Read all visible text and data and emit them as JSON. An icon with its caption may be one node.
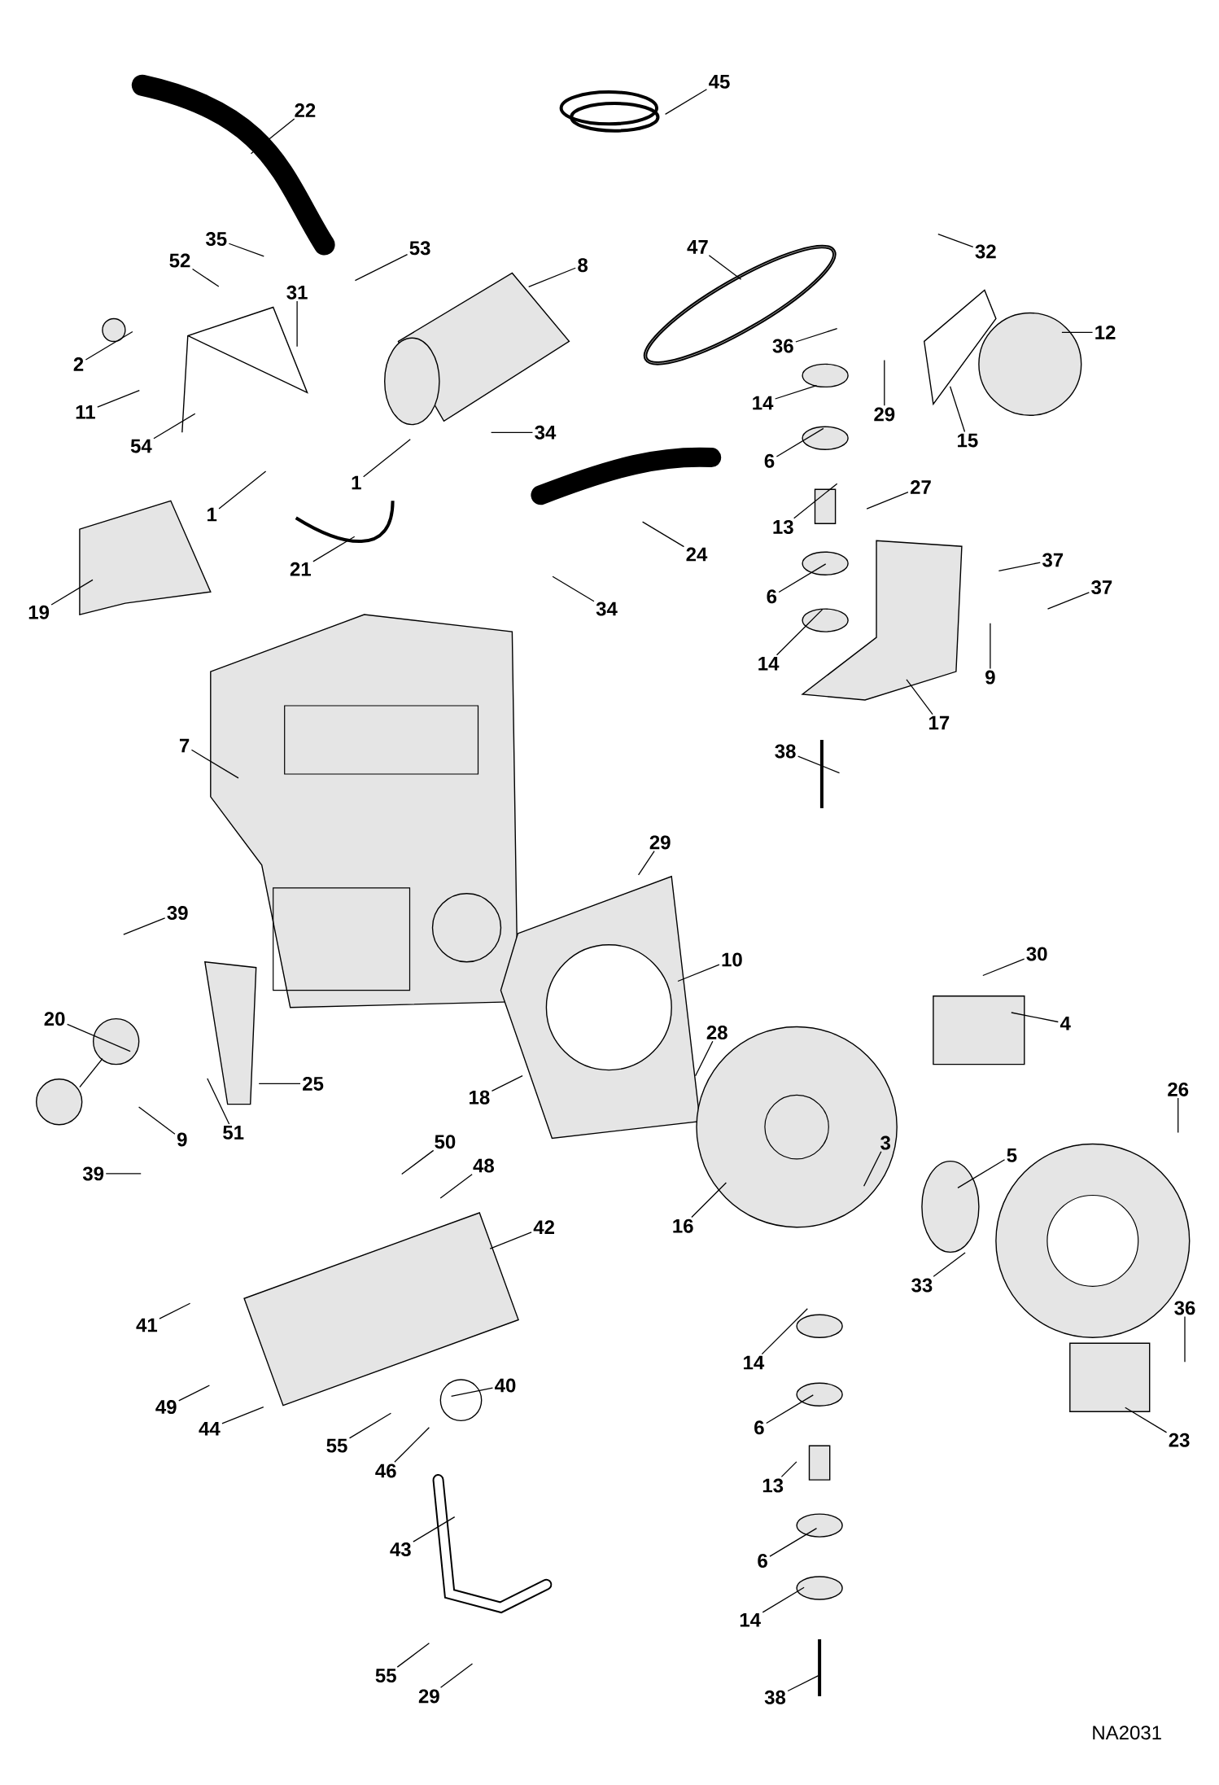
{
  "diagram": {
    "nodes": [
      {
        "text": [
          "22"
        ]
      },
      {
        "text": [
          "45"
        ]
      },
      {
        "text": [
          "35"
        ]
      },
      {
        "text": [
          "52"
        ]
      },
      {
        "text": [
          "53"
        ]
      },
      {
        "text": [
          "8"
        ]
      },
      {
        "text": [
          "47"
        ]
      },
      {
        "text": [
          "32"
        ]
      },
      {
        "text": [
          "31"
        ]
      },
      {
        "text": [
          "2"
        ]
      },
      {
        "text": [
          "11"
        ]
      },
      {
        "text": [
          "54"
        ]
      },
      {
        "text": [
          "36"
        ]
      },
      {
        "text": [
          "12"
        ]
      },
      {
        "text": [
          "14"
        ]
      },
      {
        "text": [
          "29"
        ]
      },
      {
        "text": [
          "15"
        ]
      },
      {
        "text": [
          "34"
        ]
      },
      {
        "text": [
          "6"
        ]
      },
      {
        "text": [
          "1"
        ]
      },
      {
        "text": [
          "1"
        ]
      },
      {
        "text": [
          "27"
        ]
      },
      {
        "text": [
          "13"
        ]
      },
      {
        "text": [
          "21"
        ]
      },
      {
        "text": [
          "24"
        ]
      },
      {
        "text": [
          "37"
        ]
      },
      {
        "text": [
          "6"
        ]
      },
      {
        "text": [
          "37"
        ]
      },
      {
        "text": [
          "34"
        ]
      },
      {
        "text": [
          "19"
        ]
      },
      {
        "text": [
          "14"
        ]
      },
      {
        "text": [
          "9"
        ]
      },
      {
        "text": [
          "17"
        ]
      },
      {
        "text": [
          "7"
        ]
      },
      {
        "text": [
          "38"
        ]
      },
      {
        "text": [
          "29"
        ]
      },
      {
        "text": [
          "39"
        ]
      },
      {
        "text": [
          "10"
        ]
      },
      {
        "text": [
          "30"
        ]
      },
      {
        "text": [
          "4"
        ]
      },
      {
        "text": [
          "20"
        ]
      },
      {
        "text": [
          "28"
        ]
      },
      {
        "text": [
          "25"
        ]
      },
      {
        "text": [
          "26"
        ]
      },
      {
        "text": [
          "18"
        ]
      },
      {
        "text": [
          "51"
        ]
      },
      {
        "text": [
          "9"
        ]
      },
      {
        "text": [
          "39"
        ]
      },
      {
        "text": [
          "50"
        ]
      },
      {
        "text": [
          "48"
        ]
      },
      {
        "text": [
          "3"
        ]
      },
      {
        "text": [
          "5"
        ]
      },
      {
        "text": [
          "42"
        ]
      },
      {
        "text": [
          "16"
        ]
      },
      {
        "text": [
          "33"
        ]
      },
      {
        "text": [
          "41"
        ]
      },
      {
        "text": [
          "36"
        ]
      },
      {
        "text": [
          "14"
        ]
      },
      {
        "text": [
          "40"
        ]
      },
      {
        "text": [
          "49"
        ]
      },
      {
        "text": [
          "44"
        ]
      },
      {
        "text": [
          "6"
        ]
      },
      {
        "text": [
          "23"
        ]
      },
      {
        "text": [
          "55"
        ]
      },
      {
        "text": [
          "46"
        ]
      },
      {
        "text": [
          "13"
        ]
      },
      {
        "text": [
          "43"
        ]
      },
      {
        "text": [
          "6"
        ]
      },
      {
        "text": [
          "14"
        ]
      },
      {
        "text": [
          "55"
        ]
      },
      {
        "text": [
          "29"
        ]
      },
      {
        "text": [
          "38"
        ]
      }
    ],
    "edges": [
      {
        "from": 0,
        "to": null,
        "arrow": "none"
      },
      {
        "from": 1,
        "to": null,
        "arrow": "none"
      },
      {
        "from": 2,
        "to": null,
        "arrow": "none"
      },
      {
        "from": 3,
        "to": null,
        "arrow": "none"
      },
      {
        "from": 4,
        "to": null,
        "arrow": "none"
      },
      {
        "from": 5,
        "to": null,
        "arrow": "none"
      },
      {
        "from": 6,
        "to": null,
        "arrow": "none"
      },
      {
        "from": 7,
        "to": null,
        "arrow": "none"
      },
      {
        "from": 8,
        "to": null,
        "arrow": "none"
      },
      {
        "from": 9,
        "to": null,
        "arrow": "none"
      },
      {
        "from": 10,
        "to": null,
        "arrow": "none"
      },
      {
        "from": 11,
        "to": null,
        "arrow": "none"
      },
      {
        "from": 12,
        "to": null,
        "arrow": "none"
      },
      {
        "from": 13,
        "to": null,
        "arrow": "none"
      },
      {
        "from": 14,
        "to": null,
        "arrow": "none"
      },
      {
        "from": 15,
        "to": null,
        "arrow": "none"
      },
      {
        "from": 16,
        "to": null,
        "arrow": "none"
      },
      {
        "from": 17,
        "to": null,
        "arrow": "none"
      },
      {
        "from": 18,
        "to": null,
        "arrow": "none"
      },
      {
        "from": 19,
        "to": null,
        "arrow": "none"
      },
      {
        "from": 20,
        "to": null,
        "arrow": "none"
      },
      {
        "from": 21,
        "to": null,
        "arrow": "none"
      },
      {
        "from": 22,
        "to": null,
        "arrow": "none"
      },
      {
        "from": 23,
        "to": null,
        "arrow": "none"
      },
      {
        "from": 24,
        "to": null,
        "arrow": "none"
      },
      {
        "from": 25,
        "to": null,
        "arrow": "none"
      },
      {
        "from": 26,
        "to": null,
        "arrow": "none"
      },
      {
        "from": 27,
        "to": null,
        "arrow": "none"
      },
      {
        "from": 28,
        "to": null,
        "arrow": "none"
      },
      {
        "from": 29,
        "to": null,
        "arrow": "none"
      },
      {
        "from": 30,
        "to": null,
        "arrow": "none"
      },
      {
        "from": 31,
        "to": null,
        "arrow": "none"
      },
      {
        "from": 32,
        "to": null,
        "arrow": "none"
      },
      {
        "from": 33,
        "to": null,
        "arrow": "none"
      },
      {
        "from": 34,
        "to": null,
        "arrow": "none"
      },
      {
        "from": 35,
        "to": null,
        "arrow": "none"
      },
      {
        "from": 36,
        "to": null,
        "arrow": "none"
      },
      {
        "from": 37,
        "to": null,
        "arrow": "none"
      },
      {
        "from": 38,
        "to": null,
        "arrow": "none"
      },
      {
        "from": 39,
        "to": null,
        "arrow": "none"
      },
      {
        "from": 40,
        "to": null,
        "arrow": "none"
      },
      {
        "from": 41,
        "to": null,
        "arrow": "none"
      },
      {
        "from": 42,
        "to": null,
        "arrow": "none"
      },
      {
        "from": 43,
        "to": null,
        "arrow": "none"
      },
      {
        "from": 44,
        "to": null,
        "arrow": "none"
      },
      {
        "from": 45,
        "to": null,
        "arrow": "none"
      },
      {
        "from": 46,
        "to": null,
        "arrow": "none"
      },
      {
        "from": 47,
        "to": null,
        "arrow": "none"
      },
      {
        "from": 48,
        "to": null,
        "arrow": "none"
      },
      {
        "from": 49,
        "to": null,
        "arrow": "none"
      },
      {
        "from": 50,
        "to": null,
        "arrow": "none"
      },
      {
        "from": 51,
        "to": null,
        "arrow": "none"
      },
      {
        "from": 52,
        "to": null,
        "arrow": "none"
      },
      {
        "from": 53,
        "to": null,
        "arrow": "none"
      },
      {
        "from": 54,
        "to": null,
        "arrow": "none"
      },
      {
        "from": 55,
        "to": null,
        "arrow": "none"
      },
      {
        "from": 56,
        "to": null,
        "arrow": "none"
      },
      {
        "from": 57,
        "to": null,
        "arrow": "none"
      },
      {
        "from": 58,
        "to": null,
        "arrow": "none"
      },
      {
        "from": 59,
        "to": null,
        "arrow": "none"
      },
      {
        "from": 60,
        "to": null,
        "arrow": "none"
      },
      {
        "from": 61,
        "to": null,
        "arrow": "none"
      },
      {
        "from": 62,
        "to": null,
        "arrow": "none"
      },
      {
        "from": 63,
        "to": null,
        "arrow": "none"
      },
      {
        "from": 64,
        "to": null,
        "arrow": "none"
      },
      {
        "from": 65,
        "to": null,
        "arrow": "none"
      },
      {
        "from": 66,
        "to": null,
        "arrow": "none"
      },
      {
        "from": 67,
        "to": null,
        "arrow": "none"
      },
      {
        "from": 68,
        "to": null,
        "arrow": "none"
      },
      {
        "from": 69,
        "to": null,
        "arrow": "none"
      },
      {
        "from": 70,
        "to": null,
        "arrow": "none"
      },
      {
        "from": 71,
        "to": null,
        "arrow": "none"
      }
    ],
    "labels": [
      "NA2031"
    ]
  }
}
